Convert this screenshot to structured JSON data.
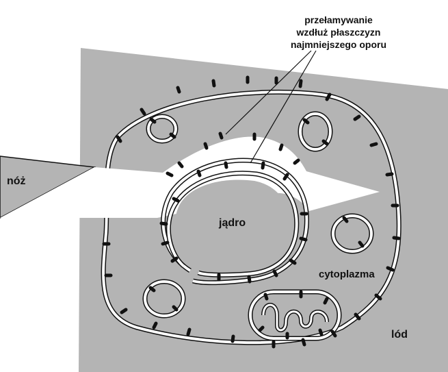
{
  "labels": {
    "knife": "nóż",
    "nucleus": "jądro",
    "cytoplasm": "cytoplazma",
    "ice": "lód"
  },
  "annotation": {
    "line1": "przełamywanie",
    "line2": "wzdłuż płaszczyzn",
    "line3": "najmniejszego oporu"
  },
  "colors": {
    "ice": "#b4b4b4",
    "cell": "#b4b4b4",
    "membrane": "#111111",
    "membrane_fill": "#ffffff",
    "particle": "#111111"
  }
}
